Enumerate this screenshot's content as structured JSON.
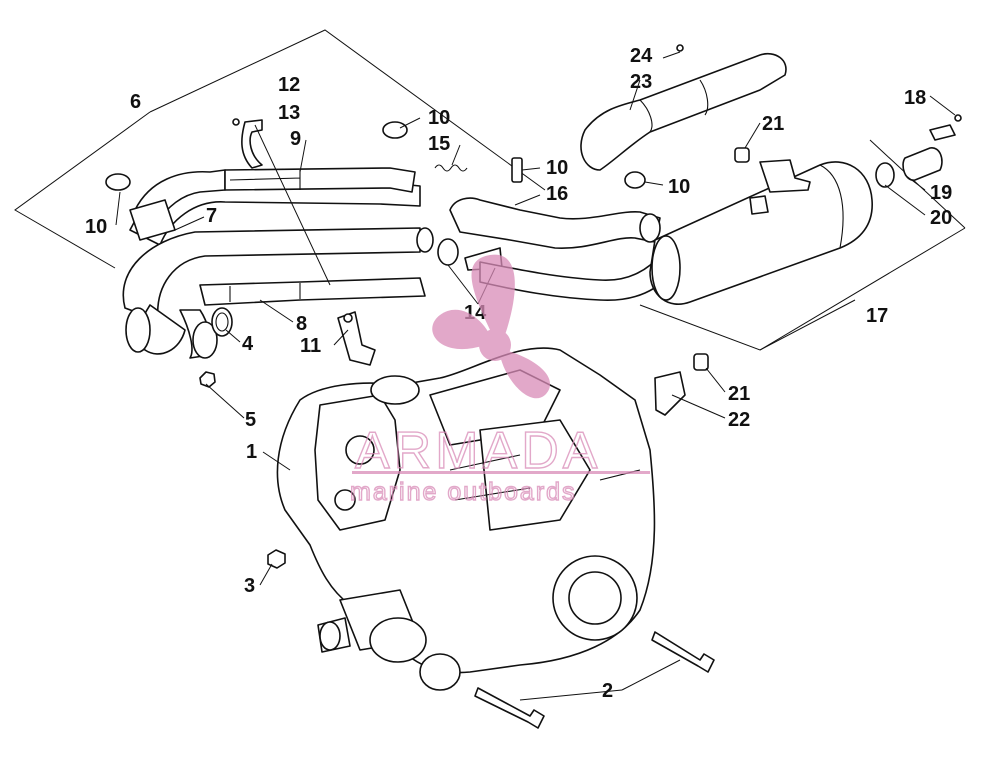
{
  "diagram": {
    "callouts": [
      {
        "id": "c1",
        "text": "1"
      },
      {
        "id": "c2",
        "text": "2"
      },
      {
        "id": "c3",
        "text": "3"
      },
      {
        "id": "c4",
        "text": "4"
      },
      {
        "id": "c5",
        "text": "5"
      },
      {
        "id": "c6",
        "text": "6"
      },
      {
        "id": "c7",
        "text": "7"
      },
      {
        "id": "c8",
        "text": "8"
      },
      {
        "id": "c9",
        "text": "9"
      },
      {
        "id": "c10a",
        "text": "10"
      },
      {
        "id": "c10b",
        "text": "10"
      },
      {
        "id": "c10c",
        "text": "10"
      },
      {
        "id": "c10d",
        "text": "10"
      },
      {
        "id": "c11",
        "text": "11"
      },
      {
        "id": "c12",
        "text": "12"
      },
      {
        "id": "c13",
        "text": "13"
      },
      {
        "id": "c14",
        "text": "14"
      },
      {
        "id": "c15",
        "text": "15"
      },
      {
        "id": "c16",
        "text": "16"
      },
      {
        "id": "c17",
        "text": "17"
      },
      {
        "id": "c18",
        "text": "18"
      },
      {
        "id": "c19",
        "text": "19"
      },
      {
        "id": "c20",
        "text": "20"
      },
      {
        "id": "c21a",
        "text": "21"
      },
      {
        "id": "c21b",
        "text": "21"
      },
      {
        "id": "c22",
        "text": "22"
      },
      {
        "id": "c23",
        "text": "23"
      },
      {
        "id": "c24",
        "text": "24"
      }
    ]
  },
  "watermark": {
    "title": "ARMADA",
    "subtitle": "marine outboards",
    "color": "#d98cb8"
  }
}
